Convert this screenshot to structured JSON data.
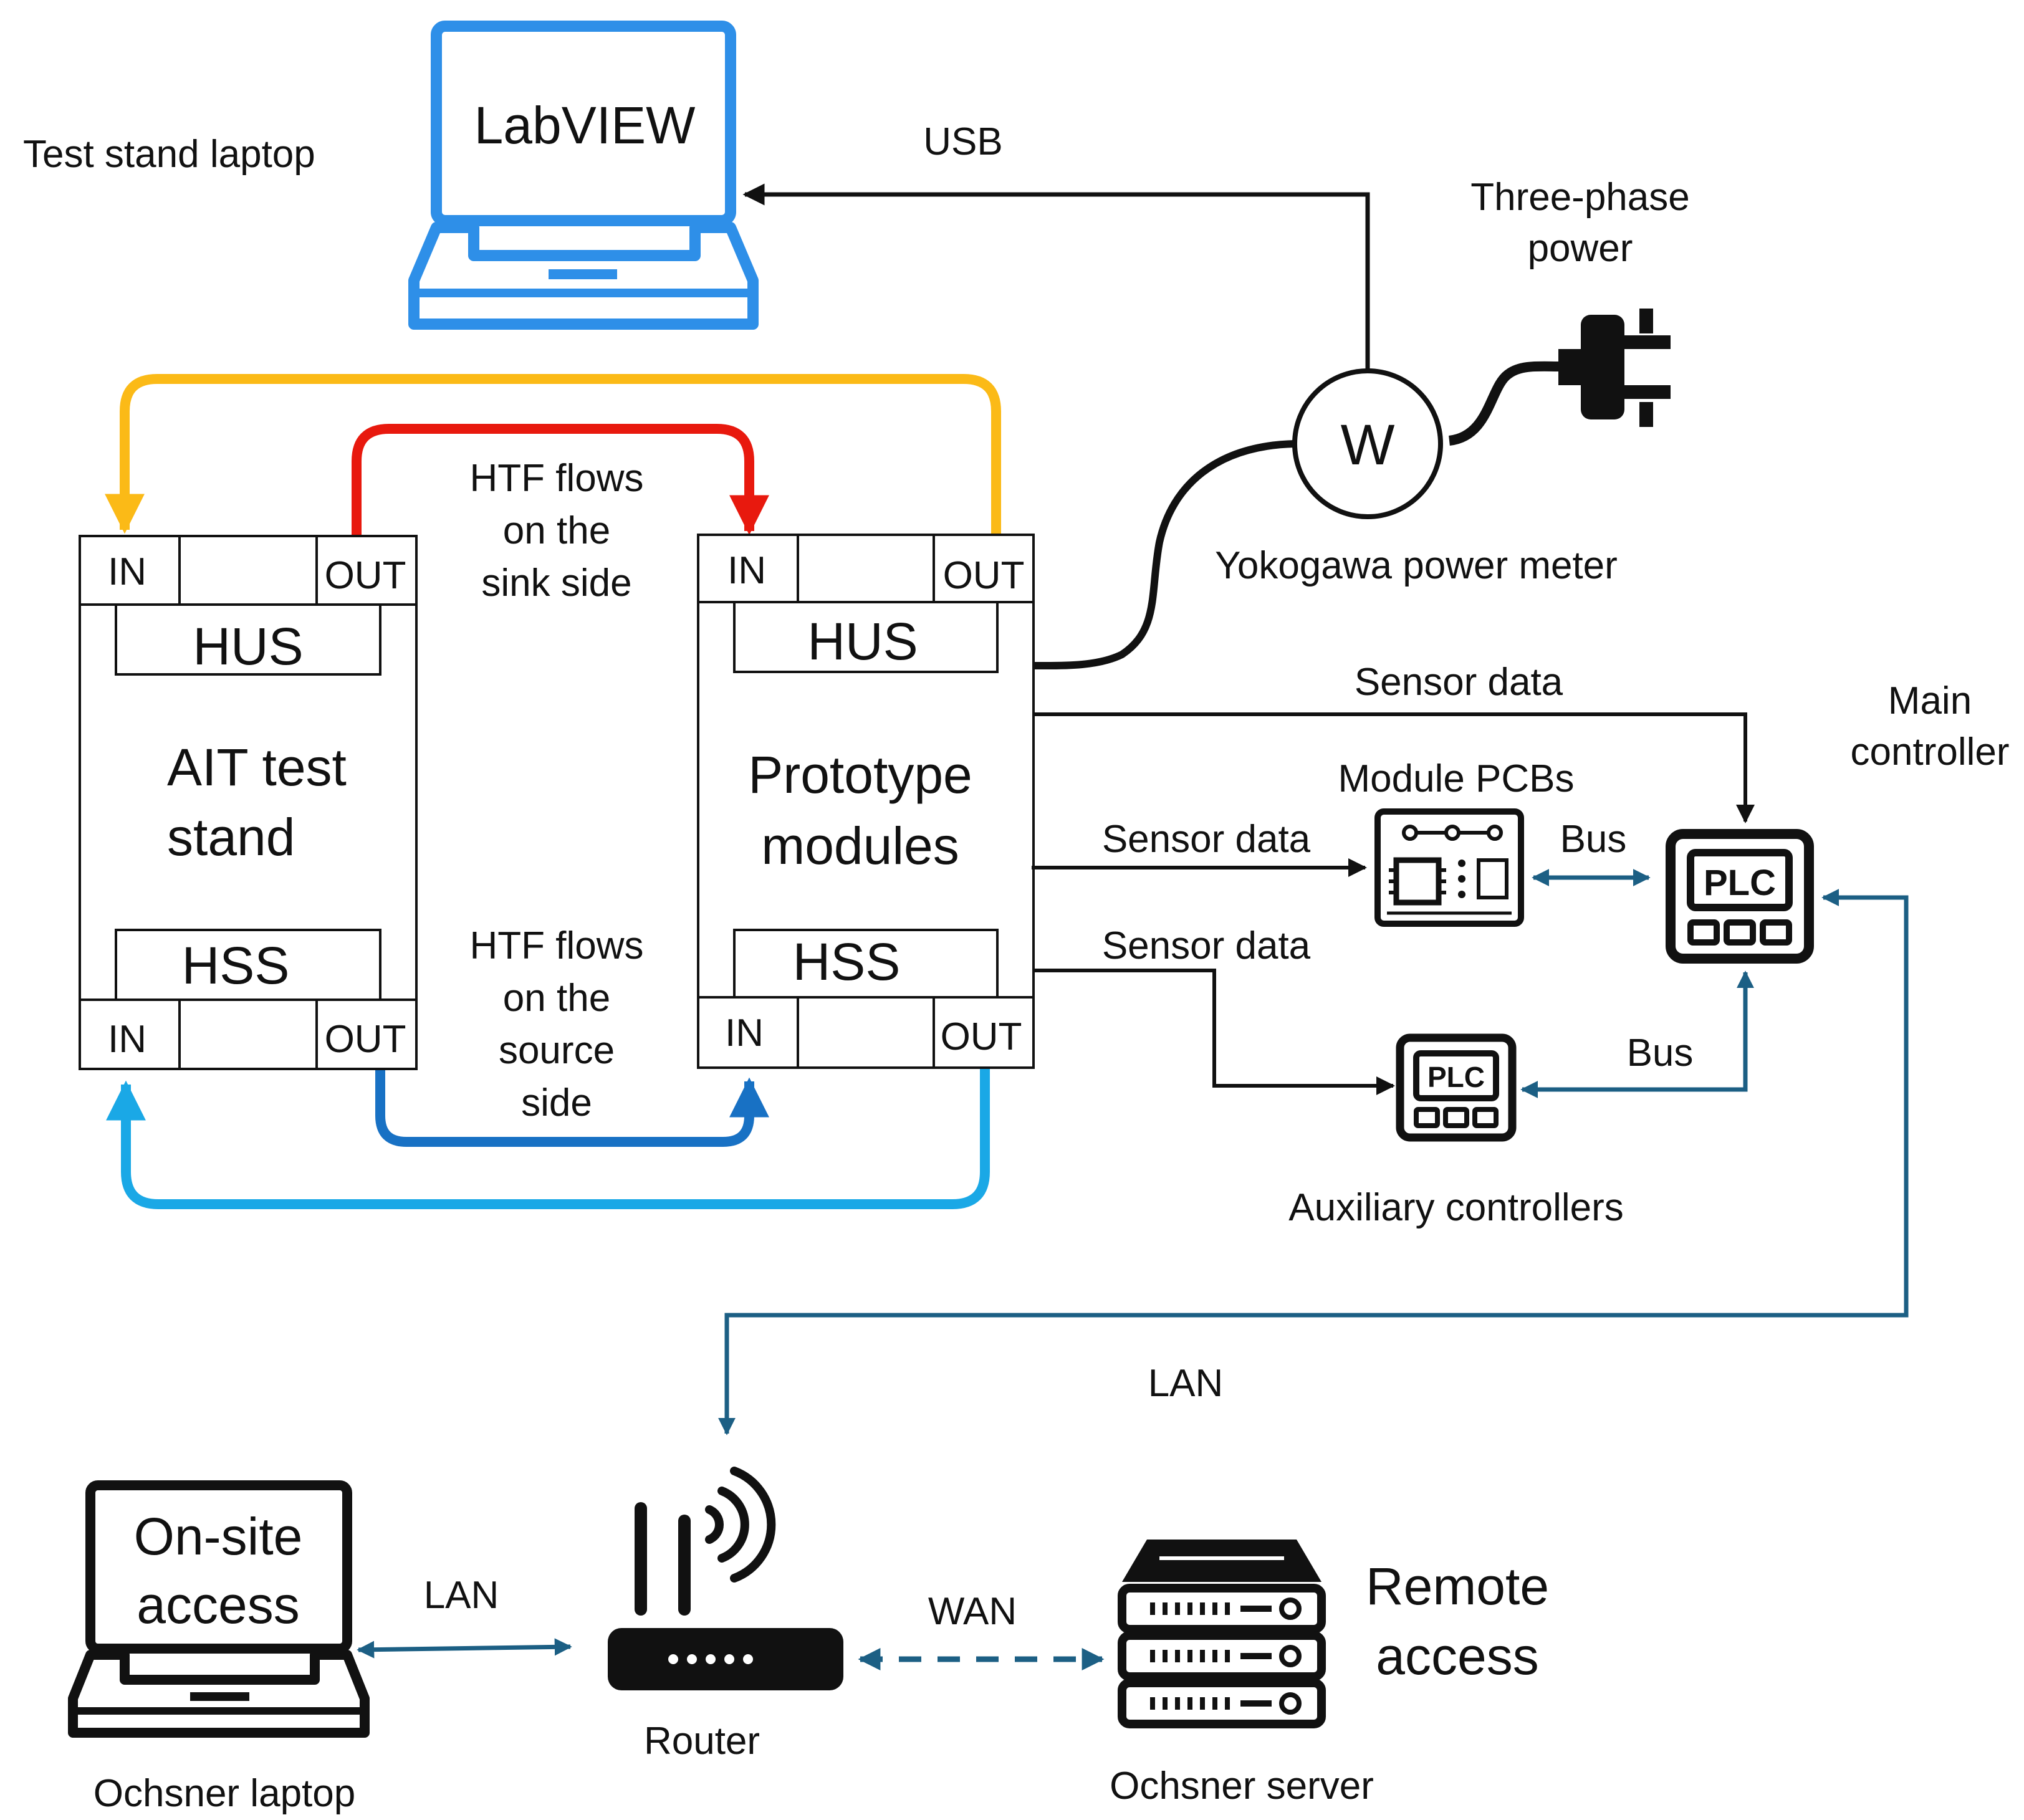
{
  "laptop_top": {
    "screen_text": "LabVIEW",
    "caption": "Test stand laptop"
  },
  "usb_label": "USB",
  "power_source_label": [
    "Three-phase",
    "power"
  ],
  "power_meter": {
    "symbol": "W",
    "caption": "Yokogawa power meter"
  },
  "ait_stand": {
    "title": [
      "AIT test",
      "stand"
    ],
    "hus": "HUS",
    "hss": "HSS",
    "port_in_top": "IN",
    "port_out_top": "OUT",
    "port_in_bottom": "IN",
    "port_out_bottom": "OUT"
  },
  "prototype": {
    "title": [
      "Prototype",
      "modules"
    ],
    "hus": "HUS",
    "hss": "HSS",
    "port_in_top": "IN",
    "port_out_top": "OUT",
    "port_in_bottom": "IN",
    "port_out_bottom": "OUT"
  },
  "sink_flow_label": [
    "HTF flows",
    "on the",
    "sink side"
  ],
  "source_flow_label": [
    "HTF flows",
    "on the",
    "source",
    "side"
  ],
  "sensor_data_top": "Sensor data",
  "sensor_data_mid": "Sensor data",
  "sensor_data_low": "Sensor data",
  "module_pcbs": "Module PCBs",
  "bus_top": "Bus",
  "bus_low": "Bus",
  "main_controller": {
    "label": [
      "Main",
      "controller"
    ],
    "chip_text": "PLC"
  },
  "aux_controller": {
    "label": "Auxiliary controllers",
    "chip_text": "PLC"
  },
  "lan_main": "LAN",
  "laptop_bottom": {
    "screen_text": [
      "On-site",
      "access"
    ],
    "caption": "Ochsner laptop"
  },
  "lan_left": "LAN",
  "router": "Router",
  "wan": "WAN",
  "server": {
    "label": [
      "Remote",
      "access"
    ],
    "caption": "Ochsner server"
  },
  "colors": {
    "labview_blue": "#2E8FE8",
    "hot_flow": "#E8190E",
    "sink_return": "#FBBA17",
    "source_flow": "#1871C4",
    "source_return": "#1AA8E6",
    "network_teal": "#1C5F84"
  }
}
